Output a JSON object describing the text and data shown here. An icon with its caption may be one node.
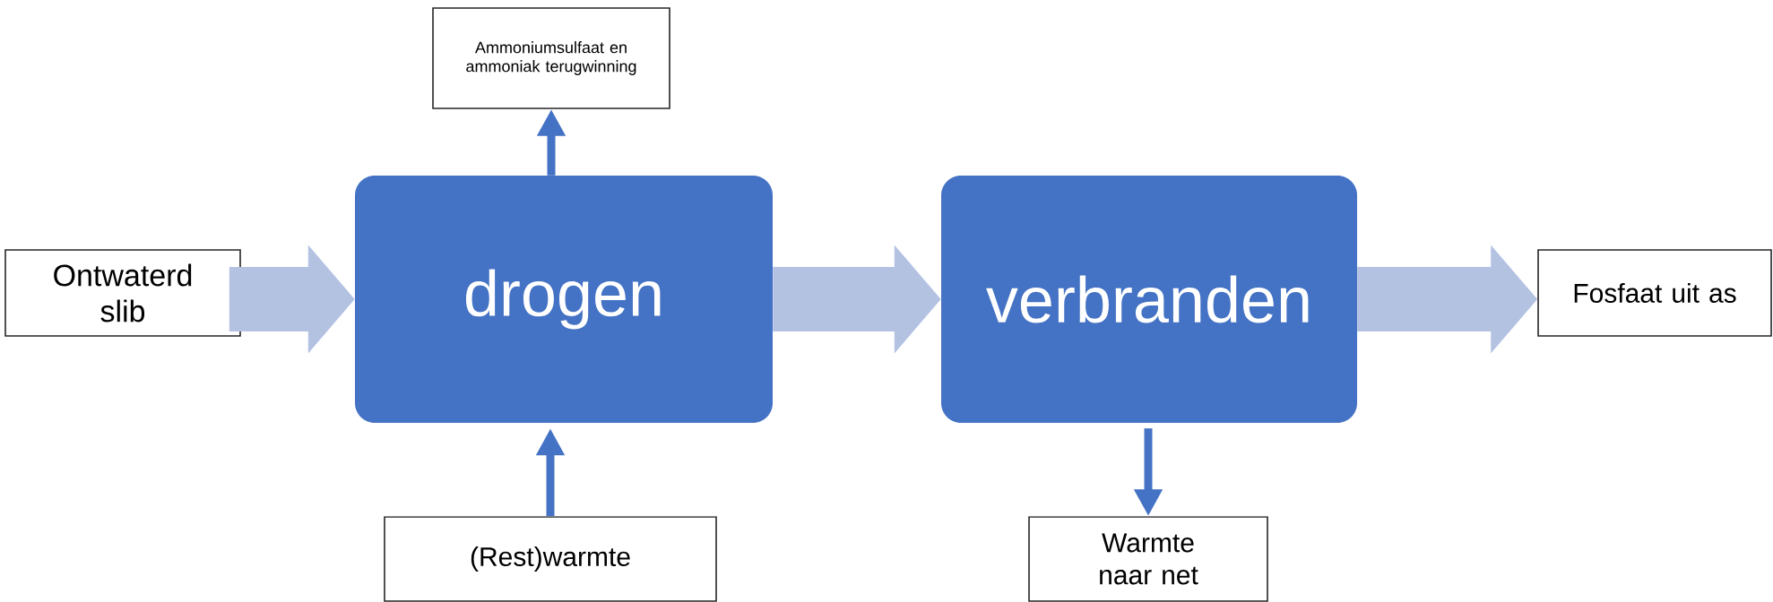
{
  "diagram": {
    "nodes": [
      {
        "text": [
          "Ontwaterd slib"
        ]
      },
      {
        "text": [
          "drogen"
        ]
      },
      {
        "text": [
          "Ammoniumsulfaat en ammoniak terugwinning"
        ]
      },
      {
        "text": [
          "(Rest)warmte"
        ]
      },
      {
        "text": [
          "verbranden"
        ]
      },
      {
        "text": [
          "Warmte naar net"
        ]
      },
      {
        "text": [
          "Fosfaat uit as"
        ]
      }
    ],
    "edges": [
      {
        "from": 0,
        "to": 1,
        "arrow": "to",
        "style": "thick",
        "color": "#b4c2e2"
      },
      {
        "from": 1,
        "to": 2,
        "arrow": "to",
        "color": "#4472c4"
      },
      {
        "from": 3,
        "to": 1,
        "arrow": "to",
        "color": "#4472c4"
      },
      {
        "from": 1,
        "to": 4,
        "arrow": "to",
        "style": "thick",
        "color": "#b4c2e2"
      },
      {
        "from": 4,
        "to": 5,
        "arrow": "to",
        "color": "#4472c4"
      },
      {
        "from": 4,
        "to": 6,
        "arrow": "to",
        "style": "thick",
        "color": "#b4c2e2"
      }
    ]
  }
}
